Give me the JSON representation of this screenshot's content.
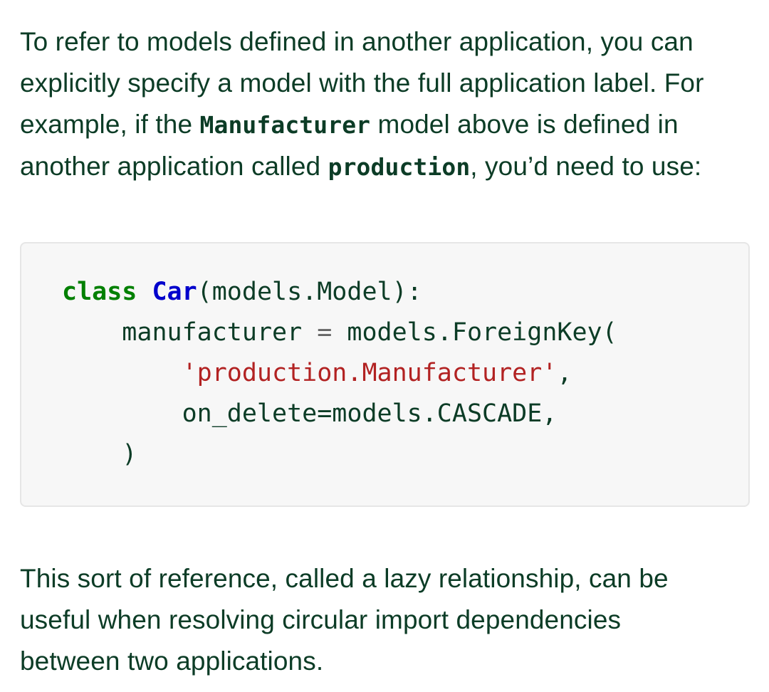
{
  "intro": {
    "line1": "To refer to models defined in another application, you can",
    "line2": "explicitly specify a model with the full application label. For",
    "line3_a": "example, if the ",
    "line3_code": "Manufacturer",
    "line3_b": " model above is defined in",
    "line4_a": "another application called ",
    "line4_code": "production",
    "line4_b": ", you’d need to use:"
  },
  "code": {
    "line1": {
      "keyword": "class",
      "space": " ",
      "class_name": "Car",
      "rest": "(models.Model):"
    },
    "line2": {
      "indent": "    ",
      "name": "manufacturer",
      "eq": " = ",
      "rest": "models.ForeignKey("
    },
    "line3": {
      "indent": "        ",
      "string": "'production.Manufacturer'",
      "rest": ","
    },
    "line4": {
      "indent": "        ",
      "text": "on_delete=models.CASCADE,"
    },
    "line5": {
      "indent": "    ",
      "text": ")"
    }
  },
  "outro": {
    "line1": "This sort of reference, called a lazy relationship, can be",
    "line2": "useful when resolving circular import dependencies",
    "line3": "between two applications."
  },
  "colors": {
    "text": "#0c3c26",
    "keyword": "#008000",
    "class_name": "#0000cc",
    "string": "#b22222",
    "code_background": "#f7f7f7"
  }
}
